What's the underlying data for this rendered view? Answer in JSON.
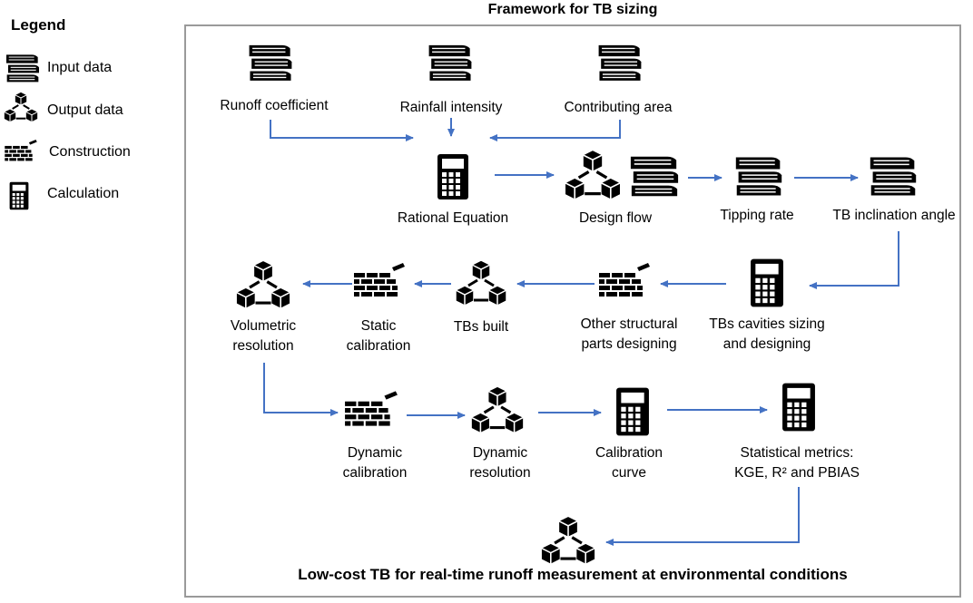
{
  "legend": {
    "title": "Legend",
    "items": [
      {
        "icon": "books-icon",
        "label": "Input data"
      },
      {
        "icon": "cubes-icon",
        "label": "Output data"
      },
      {
        "icon": "brick-wall-icon",
        "label": "Construction"
      },
      {
        "icon": "calculator-icon",
        "label": "Calculation"
      }
    ]
  },
  "framework": {
    "title": "Framework for TB sizing",
    "nodes": {
      "runoff_coefficient": "Runoff coefficient",
      "rainfall_intensity": "Rainfall intensity",
      "contributing_area": "Contributing area",
      "rational_equation": "Rational Equation",
      "design_flow": "Design flow",
      "tipping_rate": "Tipping rate",
      "tb_inclination_angle": "TB inclination angle",
      "tbs_cavities_1": "TBs cavities sizing",
      "tbs_cavities_2": "and designing",
      "other_structural_1": "Other structural",
      "other_structural_2": "parts designing",
      "tbs_built": "TBs built",
      "static_calibration_1": "Static",
      "static_calibration_2": "calibration",
      "volumetric_resolution_1": "Volumetric",
      "volumetric_resolution_2": "resolution",
      "dynamic_calibration_1": "Dynamic",
      "dynamic_calibration_2": "calibration",
      "dynamic_resolution_1": "Dynamic",
      "dynamic_resolution_2": "resolution",
      "calibration_curve_1": "Calibration",
      "calibration_curve_2": "curve",
      "statistical_metrics_1": "Statistical metrics:",
      "statistical_metrics_2": "KGE, R² and PBIAS"
    },
    "final_output": "Low-cost TB for real-time runoff measurement at environmental conditions"
  },
  "colors": {
    "arrow": "#4472c4",
    "frame": "#9a9a9a",
    "icon": "#000000"
  }
}
